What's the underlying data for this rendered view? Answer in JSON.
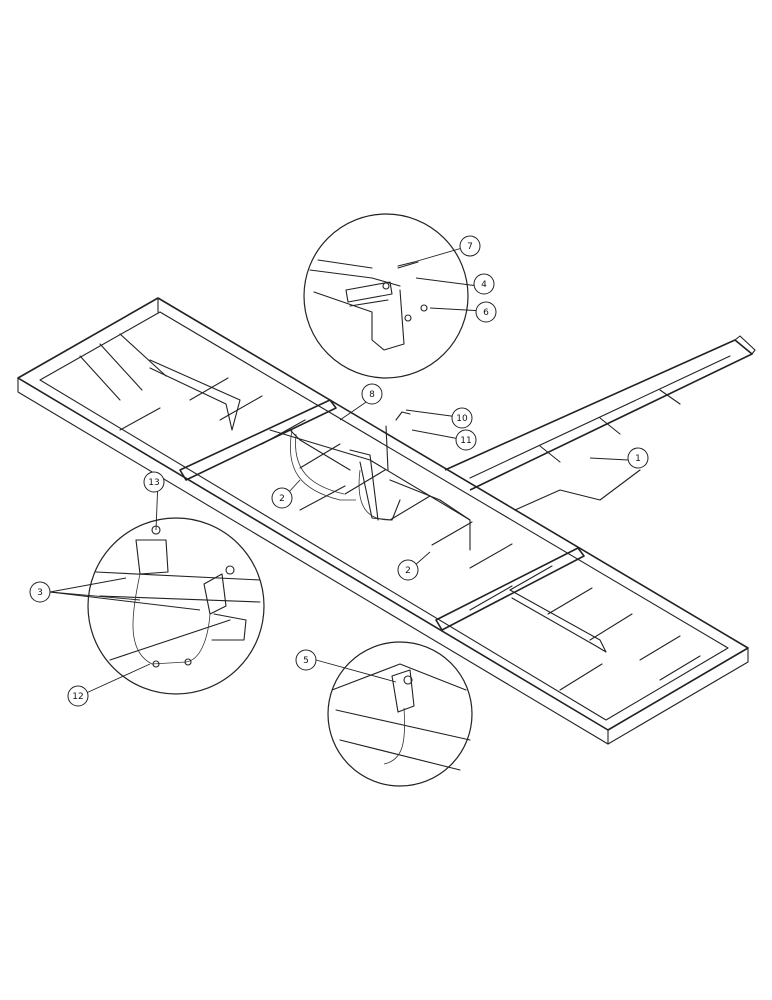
{
  "callouts": [
    {
      "id": "c1",
      "label": "1"
    },
    {
      "id": "c2a",
      "label": "2"
    },
    {
      "id": "c2b",
      "label": "2"
    },
    {
      "id": "c3",
      "label": "3"
    },
    {
      "id": "c4",
      "label": "4"
    },
    {
      "id": "c5",
      "label": "5"
    },
    {
      "id": "c6",
      "label": "6"
    },
    {
      "id": "c7",
      "label": "7"
    },
    {
      "id": "c8",
      "label": "8"
    },
    {
      "id": "c10",
      "label": "10"
    },
    {
      "id": "c11",
      "label": "11"
    },
    {
      "id": "c12",
      "label": "12"
    },
    {
      "id": "c13",
      "label": "13"
    }
  ],
  "detail_views": [
    {
      "id": "top-detail",
      "description_icon": "bracket-detail"
    },
    {
      "id": "left-detail",
      "description_icon": "hose-clamp-detail"
    },
    {
      "id": "bottom-detail",
      "description_icon": "clamp-detail"
    }
  ],
  "colors": {
    "line": "#222222",
    "background": "#ffffff"
  }
}
